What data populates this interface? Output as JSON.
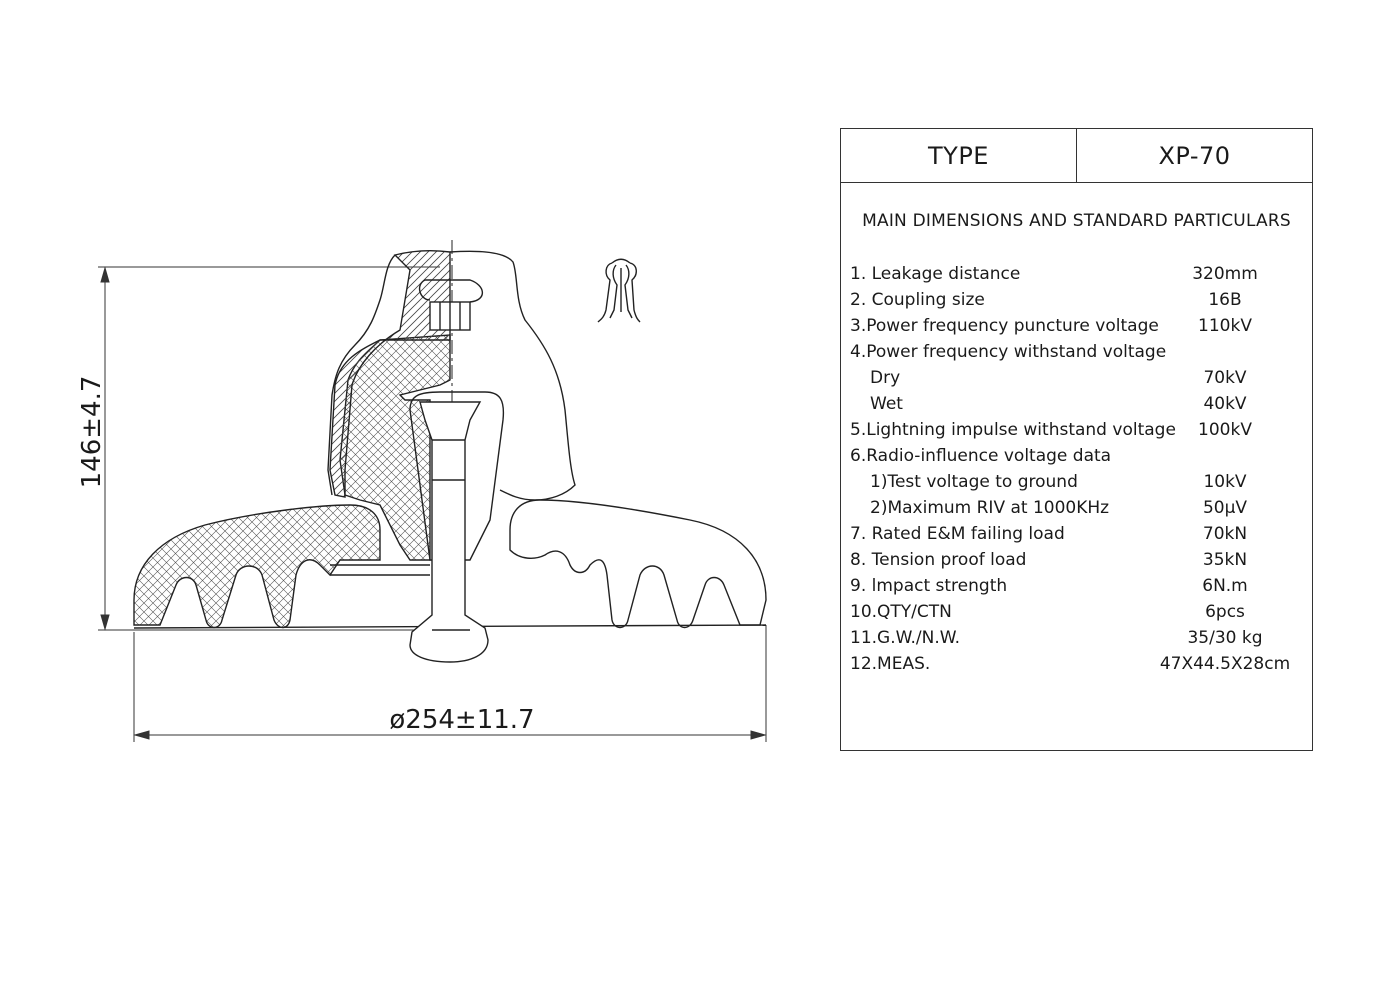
{
  "drawing": {
    "height_dimension": "146±4.7",
    "diameter_dimension": "ø254±11.7"
  },
  "table": {
    "type_label": "TYPE",
    "type_value": "XP-70",
    "heading": "MAIN DIMENSIONS AND STANDARD PARTICULARS",
    "rows": [
      {
        "label": "1. Leakage distance",
        "value": "320mm"
      },
      {
        "label": "2. Coupling size",
        "value": "16B"
      },
      {
        "label": "3.Power frequency puncture voltage",
        "value": "110kV"
      },
      {
        "label": "4.Power frequency withstand voltage",
        "value": ""
      },
      {
        "label": "Dry",
        "value": "70kV"
      },
      {
        "label": "Wet",
        "value": "40kV"
      },
      {
        "label": "5.Lightning impulse withstand voltage",
        "value": "100kV"
      },
      {
        "label": "6.Radio-influence voltage data",
        "value": ""
      },
      {
        "label": "1)Test voltage to ground",
        "value": "10kV"
      },
      {
        "label": "2)Maximum RIV at 1000KHz",
        "value": "50μV"
      },
      {
        "label": "7. Rated E&M failing load",
        "value": "70kN"
      },
      {
        "label": "8. Tension proof load",
        "value": "35kN"
      },
      {
        "label": "9. lmpact strength",
        "value": "6N.m"
      },
      {
        "label": "10.QTY/CTN",
        "value": "6pcs"
      },
      {
        "label": "11.G.W./N.W.",
        "value": "35/30 kg"
      },
      {
        "label": "12.MEAS.",
        "value": "47X44.5X28cm"
      }
    ]
  }
}
